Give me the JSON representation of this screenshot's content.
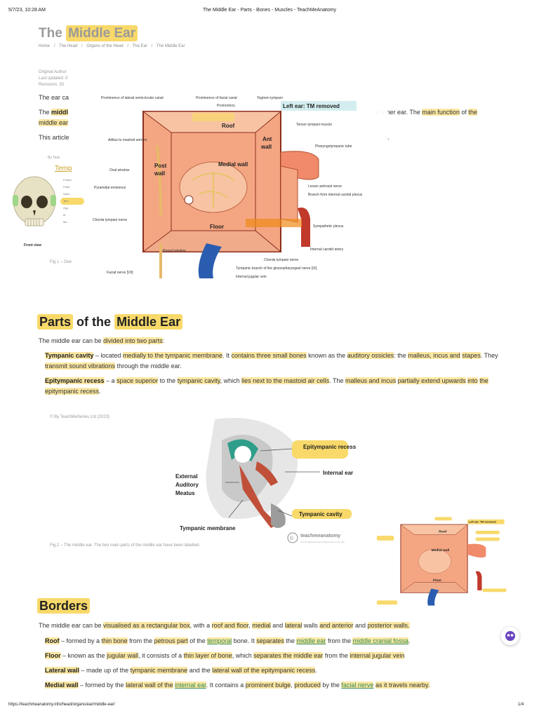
{
  "print_header": {
    "datetime": "5/7/23, 10:28 AM",
    "page_title": "The Middle Ear - Parts - Bones - Muscles - TeachMeAnatomy"
  },
  "title": {
    "prefix": "The",
    "highlight": "Middle Ear"
  },
  "breadcrumb": [
    "Home",
    "/",
    "The Head",
    "/",
    "Organs of the Head",
    "/",
    "The Ear",
    "/",
    "The Middle Ear"
  ],
  "meta": {
    "author": "Original Author",
    "updated": "Last updated: 0",
    "revisions": "Revisions: 33"
  },
  "intro": {
    "p1": "The ear ca",
    "p2_start": "The",
    "p2_middle": "middl",
    "p2_inner": "e inner ear. The",
    "p2_func": "main function",
    "p2_of": "of",
    "p2_the": "the",
    "p2_line2": "middle ear",
    "p3": "This article",
    "p3_end": "s."
  },
  "skull": {
    "byline": "By Teac",
    "link": "Temp",
    "front_view": "Front view",
    "labels": [
      "Fronta",
      "Parie",
      "Sphe",
      "Tem",
      "Zyg",
      "M",
      "Ma"
    ]
  },
  "fig1_caption": "Fig 1 – Ove",
  "diagram1": {
    "banner": "Left ear: TM removed",
    "labels": {
      "prom_lat": "Prominence of lateral semicircular canal",
      "prom_fac": "Prominence of facial canal",
      "tegmen": "Tegmen tympani",
      "promontory": "Promontory",
      "roof": "Roof",
      "ant": "Ant",
      "wall": "wall",
      "aditus": "Aditus to mastoid antrum",
      "tensor": "Tensor tympani muscle",
      "pharyngo": "Pharyngotympanic tube",
      "oval": "Oval window",
      "post": "Post",
      "postwall": "wall",
      "medial": "Medial wall",
      "pyramidal": "Pyramidal eminence",
      "lesser": "Lesser petrosal nerve",
      "branch": "Branch from internal carotid plexus",
      "chorda_l": "Chorda tympani nerve",
      "sympathetic": "Sympathetic plexus",
      "floor": "Floor",
      "internal_carotid": "Internal carotid artery",
      "round": "Round window",
      "chorda_b": "Chorda tympani nerve",
      "facial": "Facial nerve [VII]",
      "tympanic_branch": "Tympanic branch of the glossopharyngeal nerve [IX]",
      "jugular": "Internal jugular vein"
    }
  },
  "parts": {
    "heading_a": "Parts",
    "heading_b": "of the",
    "heading_c": "Middle Ear",
    "intro_a": "The middle ear can be",
    "intro_b": "divided into two parts",
    "intro_c": ":",
    "tc_term": "Tympanic cavity",
    "tc_1": "– located",
    "tc_2": "medially to the tympanic membrane",
    "tc_3": ". It",
    "tc_4": "contains three small bones",
    "tc_5": "known as the",
    "tc_6": "auditory ossicles",
    "tc_7": ": the",
    "tc_8": "malleus, incus and",
    "tc_9": "stapes",
    "tc_10": ". They",
    "tc_11": "transmit sound vibrations",
    "tc_12": "through the middle ear.",
    "er_term": "Epitympanic recess",
    "er_1": "– a",
    "er_2": "space superior",
    "er_3": "to the",
    "er_4": "tympanic cavity",
    "er_5": ", which",
    "er_6": "lies next to the mastoid air cells",
    "er_7": ". The",
    "er_8": "malleus and incus",
    "er_9": "partially extend upwards",
    "er_10": "into",
    "er_11": "the epitympanic recess",
    "er_12": ".",
    "credit": "By TeachMeSeries Ltd (2023)"
  },
  "diagram2": {
    "epi": "Epitympanic recess",
    "internal_ear": "Internal ear",
    "external": "External Auditory Meatus",
    "tympanic_cavity": "Tympanic cavity",
    "tympanic_membrane": "Tympanic membrane",
    "brand": "teachmeanatomy",
    "fine": "The #1 applied human anatomy site on the web"
  },
  "fig2_caption": "Fig.2 – The middle ear. The two main parts of the middle ear have been labelled.",
  "borders": {
    "heading": "Borders",
    "intro_a": "The middle ear can be",
    "intro_b": "visualised as a rectangular box",
    "intro_c": ", with a",
    "intro_d": "roof and floor",
    "intro_e": ",",
    "intro_f": "medial",
    "intro_g": "and",
    "intro_h": "lateral",
    "intro_i": "walls",
    "intro_j": "and anterior",
    "intro_k": "and",
    "intro_l": "posterior walls.",
    "roof_term": "Roof",
    "roof_1": "– formed by a",
    "roof_2": "thin bone",
    "roof_3": "from the",
    "roof_4": "petrous part",
    "roof_5": "of the",
    "roof_6": "temporal",
    "roof_7": "bone. It",
    "roof_8": "separates",
    "roof_9": "the",
    "roof_10": "middle ear",
    "roof_11": "from the",
    "roof_12": "middle cranial fossa",
    "roof_13": ".",
    "floor_term": "Floor",
    "floor_1": "– known as the",
    "floor_2": "jugular wall",
    "floor_3": ", it consists of a",
    "floor_4": "thin layer of bone",
    "floor_5": ", which",
    "floor_6": "separates the middle ear",
    "floor_7": "from the",
    "floor_8": "internal jugular vein",
    "lat_term": "Lateral wall",
    "lat_1": "– made up of the",
    "lat_2": "tympanic membrane",
    "lat_3": "and the",
    "lat_4": "lateral wall of the epitympanic recess",
    "lat_5": ".",
    "med_term": "Medial wall",
    "med_1": "– formed by the",
    "med_2": "lateral wall of the",
    "med_3": "internal ear",
    "med_4": ". It contains a",
    "med_5": "prominent bulge",
    "med_6": ",",
    "med_7": "produced",
    "med_8": "by the",
    "med_9": "facial nerve",
    "med_10": "as it travels nearby."
  },
  "footer": {
    "url": "https://teachmeanatomy.info/head/organs/ear/middle-ear/",
    "page": "1/4"
  },
  "colors": {
    "highlight": "#fbe7a3",
    "highlight_strong": "#f8d96a",
    "link": "#2e8b57",
    "wall": "#f4a582",
    "frame": "#8b2e1f"
  }
}
